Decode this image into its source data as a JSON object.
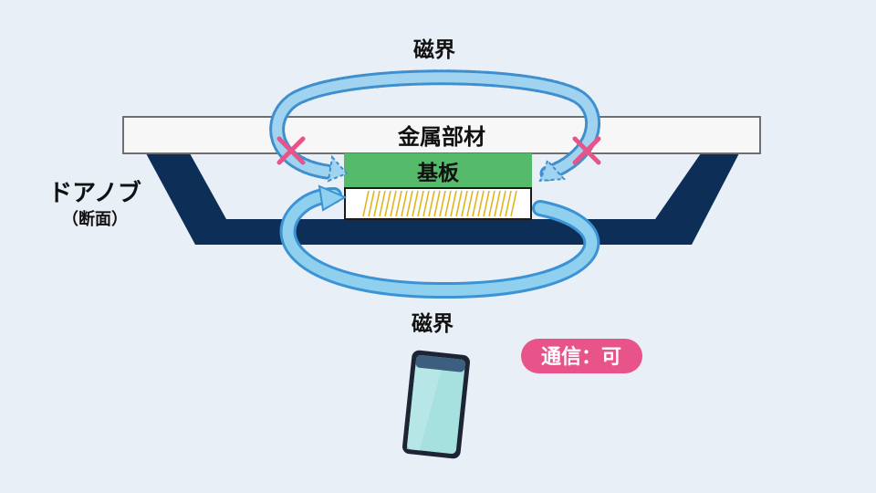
{
  "labels": {
    "field_top": "磁界",
    "metal_part": "金属部材",
    "board": "基板",
    "door_knob": "ドアノブ",
    "cross_section": "（断面）",
    "field_bottom": "磁界",
    "status_badge": "通信：可"
  },
  "colors": {
    "background": "#e8eff7",
    "door_knob_body": "#0d2f57",
    "metal_part": "#f7f7f7",
    "board": "#55bb6a",
    "coil": "#e3b21d",
    "field_blocked": "#9fd3ef",
    "field_active": "#8fd0ee",
    "cross_mark": "#e8538a",
    "badge": "#e8538a",
    "phone_screen": "#a6e0df",
    "phone_frame": "#1d2433"
  },
  "icons": {
    "blocked_field": "cross-mark-icon",
    "device": "smartphone-icon"
  }
}
